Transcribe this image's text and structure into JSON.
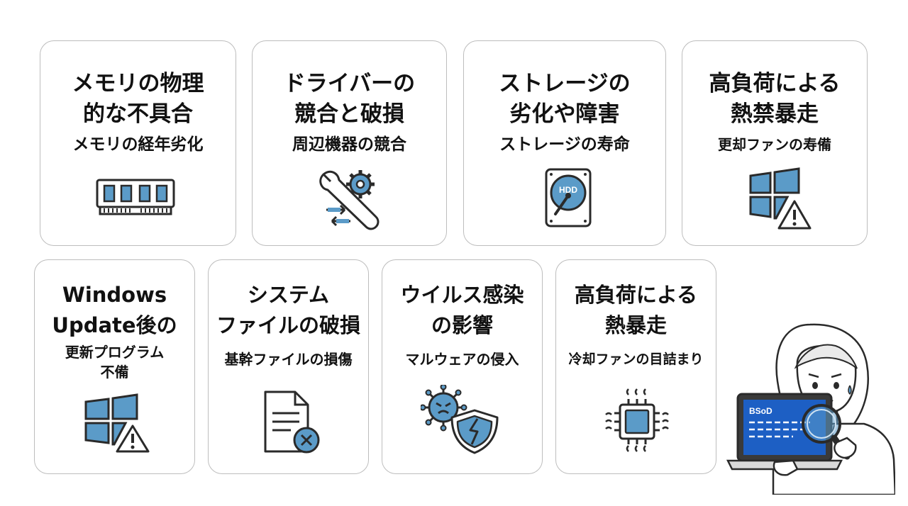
{
  "cards": [
    {
      "title": "メモリの物理\n的な不具合",
      "subtitle": "メモリの経年劣化",
      "icon": "memory-module-icon"
    },
    {
      "title": "ドライバーの\n競合と破損",
      "subtitle": "周辺機器の競合",
      "icon": "wrench-gear-icon"
    },
    {
      "title": "ストレージの\n劣化や障害",
      "subtitle": "ストレージの寿命",
      "icon": "hdd-icon",
      "icon_text": "HDD"
    },
    {
      "title": "高負荷による\n熱禁暴走",
      "subtitle": "更却ファンの寿備",
      "icon": "windows-warning-icon"
    },
    {
      "title": "Windows\nUpdate後の",
      "subtitle": "更新プログラム\n不備",
      "icon": "windows-warning-icon"
    },
    {
      "title": "システム\nファイルの破損",
      "subtitle": "基幹ファイルの損傷",
      "icon": "file-error-icon"
    },
    {
      "title": "ウイルス感染\nの影響",
      "subtitle": "マルウェアの侵入",
      "icon": "virus-shield-icon"
    },
    {
      "title": "高負荷による\n熱暴走",
      "subtitle": "冷却ファンの目詰まり",
      "icon": "cpu-heat-icon"
    }
  ],
  "illustration": {
    "screen_label": "BSoD",
    "icon": "worried-person-with-magnifier-icon"
  },
  "colors": {
    "icon_fill": "#5b9bc8",
    "outline": "#2a2a2a",
    "card_border": "#bdbdbd",
    "bsod_blue": "#1d5fc4"
  }
}
